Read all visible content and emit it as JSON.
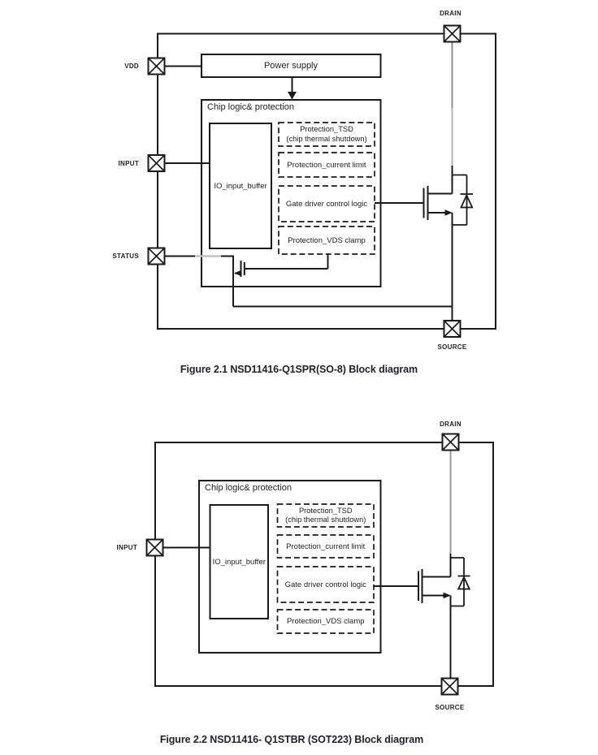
{
  "colors": {
    "line": "#1a1a1a",
    "text": "#22222b",
    "drain_wire_gray_dark": "#8f8f8f",
    "drain_wire_gray_light": "#b5b5b5",
    "status_wire_overpaint": "#c2c2c2"
  },
  "fig1": {
    "terminals": {
      "vdd": "VDD",
      "input": "INPUT",
      "status": "STATUS",
      "drain": "DRAIN",
      "source": "SOURCE"
    },
    "blocks": {
      "power_supply": "Power supply",
      "chip_logic": "Chip logic& protection",
      "io_buffer": "IO_input_buffer",
      "tsd_line1": "Protection_TSD",
      "tsd_line2": "(chip thermal shutdown)",
      "current_limit": "Protection_current limit",
      "gate_driver": "Gate driver control logic",
      "vds_clamp": "Protection_VDS clamp"
    },
    "caption": "Figure 2.1 NSD11416-Q1SPR(SO-8) Block diagram"
  },
  "fig2": {
    "terminals": {
      "input": "INPUT",
      "drain": "DRAIN",
      "source": "SOURCE"
    },
    "blocks": {
      "chip_logic": "Chip logic& protection",
      "io_buffer": "IO_input_buffer",
      "tsd_line1": "Protection_TSD",
      "tsd_line2": "(chip thermal shutdown)",
      "current_limit": "Protection_current limit",
      "gate_driver": "Gate driver control logic",
      "vds_clamp": "Protection_VDS clamp"
    },
    "caption": "Figure 2.2 NSD11416- Q1STBR (SOT223) Block diagram"
  }
}
